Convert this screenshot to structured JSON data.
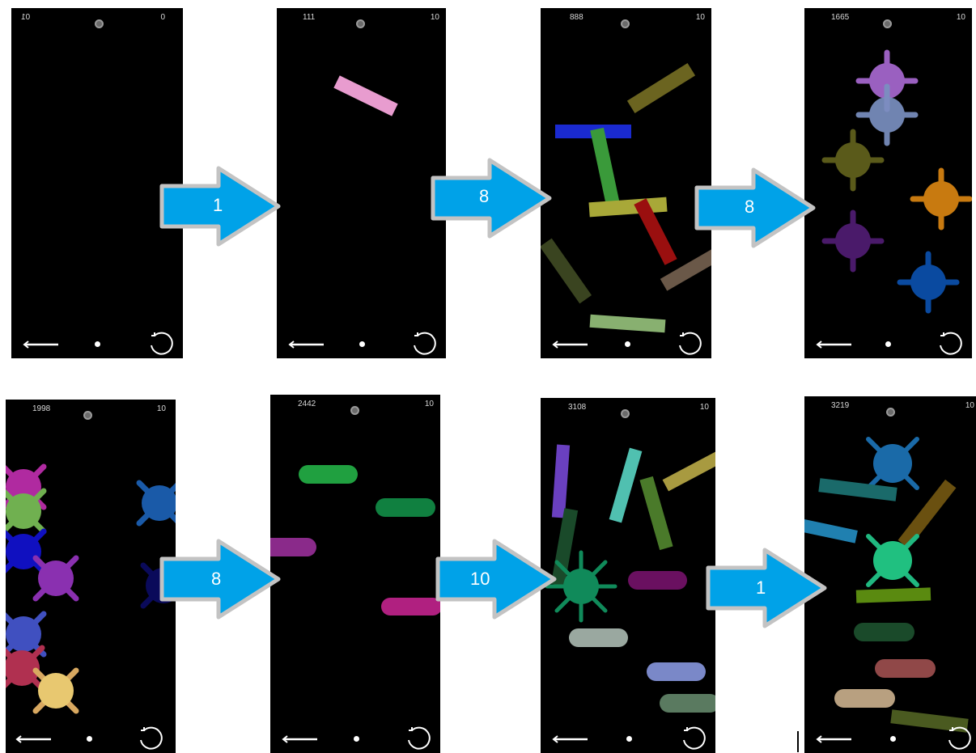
{
  "screens": [
    {
      "id": "s1",
      "score": "01",
      "lives": "0",
      "score_mirrored": true
    },
    {
      "id": "s2",
      "score": "111",
      "lives": "10"
    },
    {
      "id": "s3",
      "score": "888",
      "lives": "10"
    },
    {
      "id": "s4",
      "score": "1665",
      "lives": "10"
    },
    {
      "id": "s5",
      "score": "1998",
      "lives": "10"
    },
    {
      "id": "s6",
      "score": "2442",
      "lives": "10"
    },
    {
      "id": "s7",
      "score": "3108",
      "lives": "10"
    },
    {
      "id": "s8",
      "score": "3219",
      "lives": "10"
    }
  ],
  "arrows": [
    {
      "label": "1"
    },
    {
      "label": "8"
    },
    {
      "label": "8"
    },
    {
      "label": "8"
    },
    {
      "label": "10"
    },
    {
      "label": "1"
    }
  ],
  "icons": {
    "back": "left-arrow-icon",
    "restart": "restart-icon",
    "center": "dot-icon"
  },
  "colors": {
    "arrow_fill": "#00a2e8",
    "arrow_border": "#c3c3c3",
    "screen_bg": "#000000"
  }
}
